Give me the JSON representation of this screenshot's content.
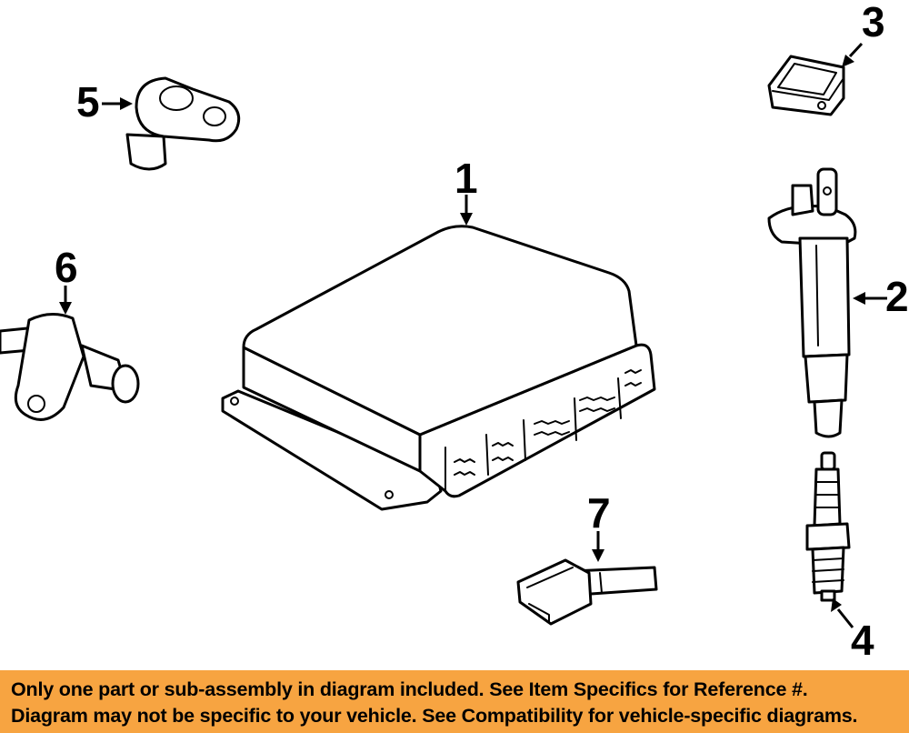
{
  "callouts": {
    "c1": "1",
    "c2": "2",
    "c3": "3",
    "c4": "4",
    "c5": "5",
    "c6": "6",
    "c7": "7"
  },
  "parts": [
    {
      "callout": "1",
      "icon": "engine-control-module-icon"
    },
    {
      "callout": "2",
      "icon": "ignition-coil-icon"
    },
    {
      "callout": "3",
      "icon": "bracket-icon"
    },
    {
      "callout": "4",
      "icon": "spark-plug-icon"
    },
    {
      "callout": "5",
      "icon": "camshaft-sensor-icon"
    },
    {
      "callout": "6",
      "icon": "crankshaft-sensor-icon"
    },
    {
      "callout": "7",
      "icon": "connector-icon"
    }
  ],
  "footer": {
    "line1": "Only one part or sub-assembly in diagram included. See Item Specifics for Reference #.",
    "line2": "Diagram may not be specific to your vehicle. See Compatibility for vehicle-specific diagrams.",
    "background": "#f7a441"
  }
}
